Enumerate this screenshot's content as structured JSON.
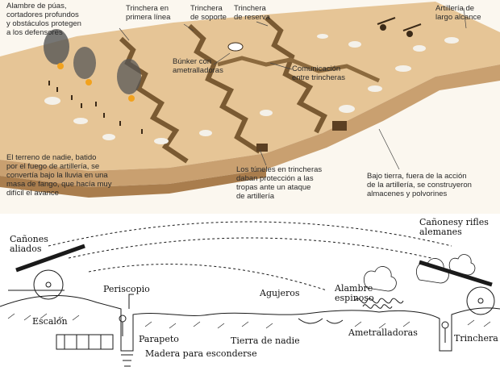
{
  "top_diagram": {
    "labels": {
      "barbed_wire": "Alambre de púas,\ncortadores profundos\ny obstáculos protegen\na los defensores",
      "front_trench": "Trinchera en\nprimera línea",
      "support_trench": "Trinchera\nde soporte",
      "reserve_trench": "Trinchera\nde reserva",
      "long_range_artillery": "Artillería de\nlargo alcance",
      "machine_gun_bunker": "Búnker con\nametralladoras",
      "communication_trench": "Comunicación\nentre trincheras",
      "no_mans_land": "El terreno de nadie, batido\npor el fuego de artillería, se\nconvertía bajo la lluvia en una\nmasa de fango, que hacía muy\ndifícil el avance",
      "tunnels": "Los túneles en trincheras\ndaban protección a las\ntropas ante un ataque\nde artillería",
      "underground": "Bajo tierra, fuera de la acción\nde la artillería, se construyeron\nalmacenes y  polvorines"
    },
    "colors": {
      "ground_top": "#e6c596",
      "ground_side": "#c9a070",
      "ground_dark": "#a97d4d",
      "crater": "#f4f1ea",
      "smoke": "#555555",
      "fire": "#f2a21d"
    }
  },
  "bottom_diagram": {
    "labels": {
      "allied_guns": "Cañones\naliados",
      "german_guns": "Cañonesy rifles\nalemanes",
      "periscope": "Periscopio",
      "holes": "Agujeros",
      "barbed_wire": "Alambre\nespinoso",
      "step": "Escalón",
      "parapet": "Parapeto",
      "hiding_wood": "Madera para esconderse",
      "no_mans_land": "Tierra de nadie",
      "machine_guns": "Ametralladoras",
      "trench": "Trinchera"
    },
    "colors": {
      "ink": "#1a1a1a"
    }
  }
}
